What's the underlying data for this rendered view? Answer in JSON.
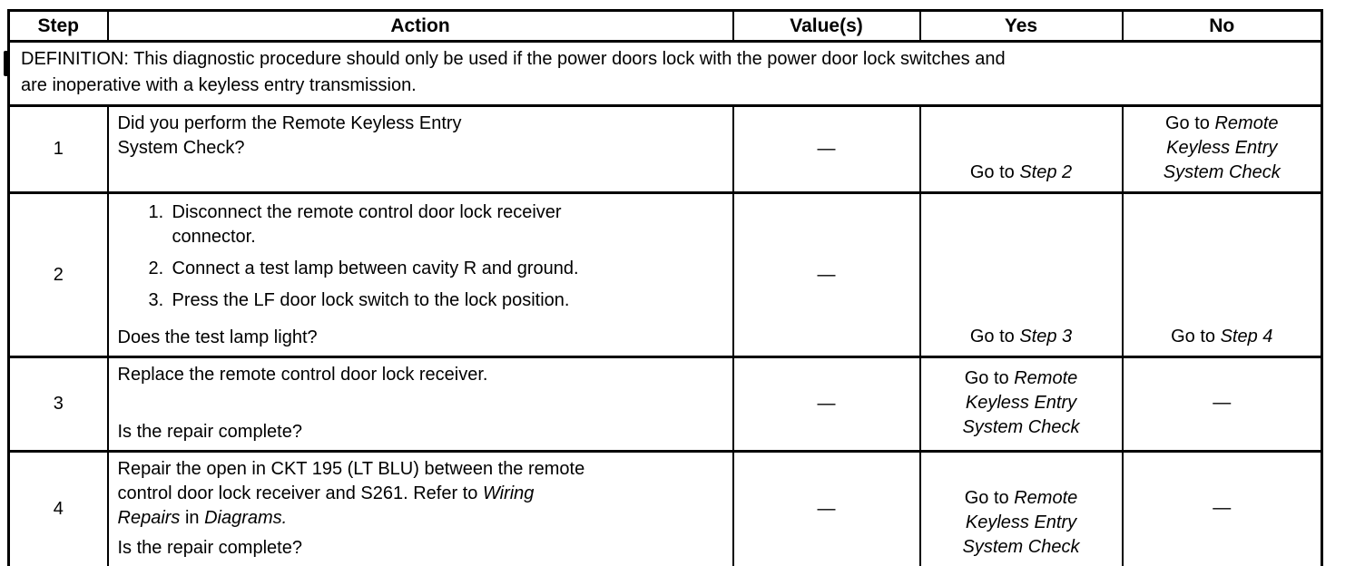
{
  "colors": {
    "text": "#000000",
    "background": "#ffffff",
    "border": "#000000"
  },
  "table": {
    "headers": {
      "step": "Step",
      "action": "Action",
      "values": "Value(s)",
      "yes": "Yes",
      "no": "No"
    },
    "definition": "DEFINITION: This diagnostic procedure should only be used if the power doors lock with the power door lock switches and\nare inoperative with a keyless entry transmission.",
    "rows": [
      {
        "step": "1",
        "action": {
          "text": [
            [
              {
                "t": "Did you perform the Remote Keyless Entry"
              }
            ],
            [
              {
                "t": "System Check?"
              }
            ]
          ],
          "items": null,
          "question": null
        },
        "value": "—",
        "yes": {
          "align": "bottom",
          "lines": [
            [
              {
                "t": "Go to "
              },
              {
                "t": "Step 2",
                "i": true
              }
            ]
          ]
        },
        "no": {
          "align": "top",
          "lines": [
            [
              {
                "t": "Go to "
              },
              {
                "t": "Remote",
                "i": true
              }
            ],
            [
              {
                "t": "Keyless Entry",
                "i": true
              }
            ],
            [
              {
                "t": "System Check",
                "i": true
              }
            ]
          ]
        }
      },
      {
        "step": "2",
        "action": {
          "text": null,
          "items": [
            "Disconnect the remote control door lock receiver\nconnector.",
            "Connect a test lamp between cavity R and ground.",
            "Press the LF door lock switch to the lock position."
          ],
          "question": [
            {
              "t": "Does the test lamp light?"
            }
          ]
        },
        "value": "—",
        "yes": {
          "align": "bottom",
          "lines": [
            [
              {
                "t": "Go to "
              },
              {
                "t": "Step 3",
                "i": true
              }
            ]
          ]
        },
        "no": {
          "align": "bottom",
          "lines": [
            [
              {
                "t": "Go to "
              },
              {
                "t": "Step 4",
                "i": true
              }
            ]
          ]
        }
      },
      {
        "step": "3",
        "action": {
          "text": [
            [
              {
                "t": "Replace the remote control door lock receiver."
              }
            ]
          ],
          "items": null,
          "question": [
            {
              "t": "Is the repair complete?"
            }
          ]
        },
        "value": "—",
        "yes": {
          "align": "middle",
          "lines": [
            [
              {
                "t": "Go to "
              },
              {
                "t": "Remote",
                "i": true
              }
            ],
            [
              {
                "t": "Keyless Entry",
                "i": true
              }
            ],
            [
              {
                "t": "System Check",
                "i": true
              }
            ]
          ]
        },
        "no": {
          "align": "middle",
          "lines": [
            [
              {
                "t": "—"
              }
            ]
          ]
        }
      },
      {
        "step": "4",
        "action": {
          "text": [
            [
              {
                "t": "Repair the open in CKT 195 (LT BLU) between the remote"
              }
            ],
            [
              {
                "t": "control door lock receiver and S261. Refer to "
              },
              {
                "t": "Wiring",
                "i": true
              }
            ],
            [
              {
                "t": "Repairs",
                "i": true
              },
              {
                "t": " in "
              },
              {
                "t": "Diagrams.",
                "i": true
              }
            ]
          ],
          "items": null,
          "question": [
            {
              "t": "Is the repair complete?"
            }
          ]
        },
        "value": "—",
        "yes": {
          "align": "bottom",
          "lines": [
            [
              {
                "t": "Go to "
              },
              {
                "t": "Remote",
                "i": true
              }
            ],
            [
              {
                "t": "Keyless Entry",
                "i": true
              }
            ],
            [
              {
                "t": "System Check",
                "i": true
              }
            ]
          ]
        },
        "no": {
          "align": "middle",
          "lines": [
            [
              {
                "t": "—"
              }
            ]
          ]
        }
      }
    ]
  }
}
